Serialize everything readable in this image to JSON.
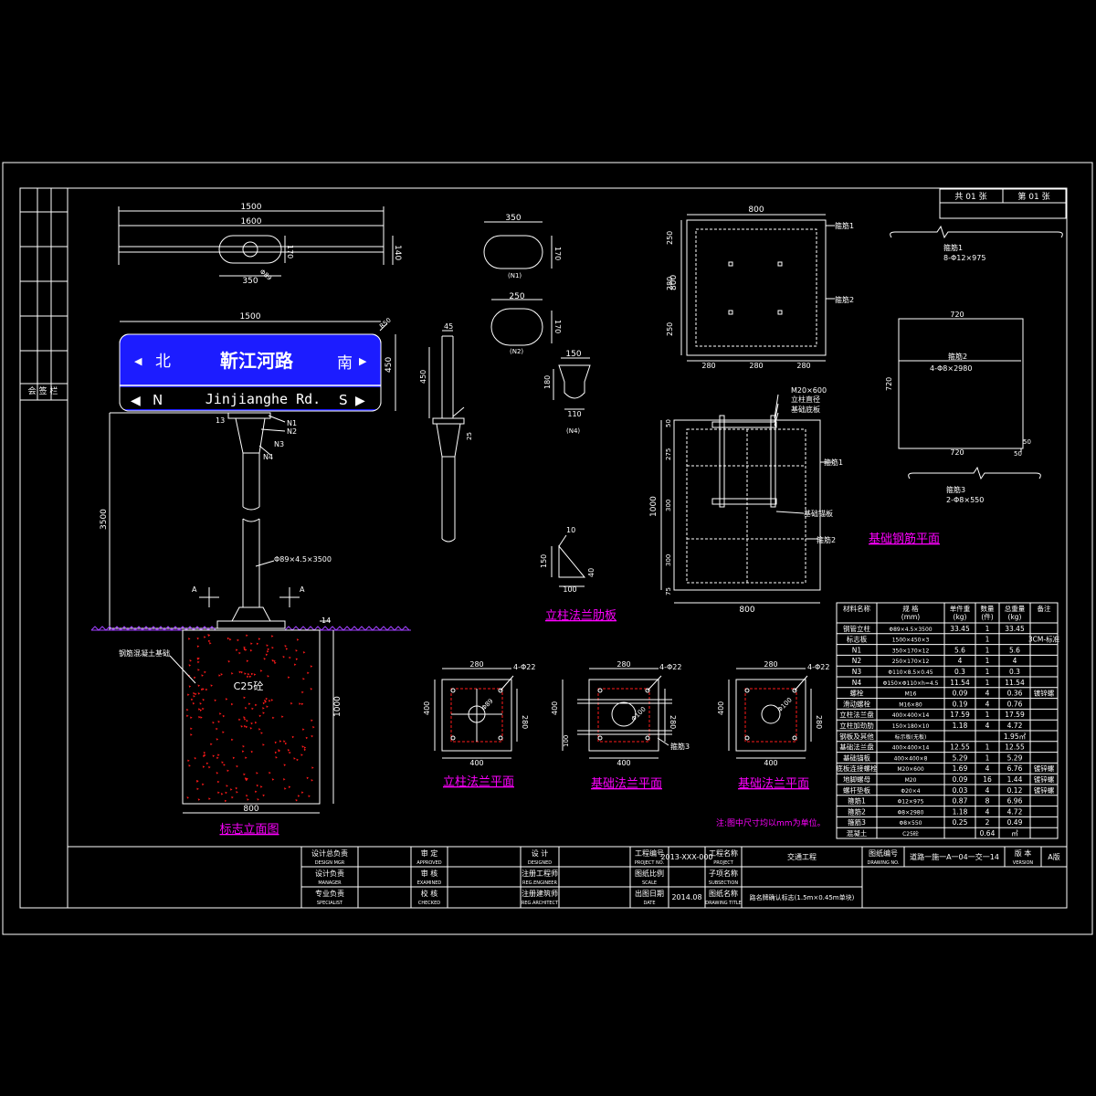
{
  "colors": {
    "background": "#000000",
    "line": "#ffffff",
    "sign_blue": "#1c1cff",
    "magenta": "#ff00ff",
    "concrete_red": "#ff1a1a"
  },
  "sign": {
    "north_cn": "北",
    "road_cn": "靳江河路",
    "south_cn": "南",
    "north_en": "N",
    "road_en": "Jinjianghe Rd.",
    "south_en": "S",
    "arrow_left": "◀",
    "arrow_right": "▶"
  },
  "titles": {
    "elevation": "标志立面图",
    "stiffener": "立柱法兰肋板",
    "rebar_plan": "基础钢筋平面",
    "column_flange": "立柱法兰平面",
    "base_flange_1": "基础法兰平面",
    "base_flange_2": "基础法兰平面"
  },
  "dims": {
    "d1500": "1500",
    "d1600": "1600",
    "d350": "350",
    "d140": "140",
    "d170": "170",
    "d250": "250",
    "d150": "150",
    "d180": "180",
    "d110": "110",
    "d450": "450",
    "d45": "45",
    "d3500": "3500",
    "d1000": "1000",
    "d800": "800",
    "d280": "280",
    "d400": "400",
    "d720": "720",
    "d10": "10",
    "d100": "100",
    "d40": "40",
    "d50": "50",
    "d300": "300",
    "d275": "275",
    "d75": "75",
    "d14": "14",
    "d13": "13",
    "d25": "25",
    "pipe": "Φ89×4.5×3500",
    "r50": "R50",
    "phi89": "Φ89",
    "phi100": "Φ100",
    "bolt_holes": "4-Φ22",
    "m20": "M20×600",
    "concrete": "C25砼",
    "concrete_label": "钢筋混凝土基础",
    "sec_a": "A",
    "n1": "N1",
    "n2": "N2",
    "n3": "N3",
    "n4": "N4",
    "sub1": "(N1)",
    "sub2": "(N2)",
    "sub3": "(N4)"
  },
  "rebar": {
    "bar1": "箍筋1",
    "bar2": "箍筋2",
    "bar3": "箍筋3",
    "bar1_spec": "8-Φ12×975",
    "bar2_spec": "4-Φ8×2980",
    "bar3_spec": "2-Φ8×550",
    "col_stiffener": "立柱直径",
    "base_flange": "基础底板",
    "anchor": "基础锚板"
  },
  "sheet_info": {
    "total": "共 01 张",
    "page": "第 01 张",
    "left_label": "会 签 栏"
  },
  "materials_header": [
    "材料名称",
    "规  格\n(mm)",
    "单件重\n(kg)",
    "数量\n(件)",
    "总重量\n(kg)",
    "备注"
  ],
  "materials_rows": [
    [
      "钢管立柱",
      "Φ89×4.5×3500",
      "33.45",
      "1",
      "33.45",
      ""
    ],
    [
      "标志板",
      "1500×450×3",
      "",
      "1",
      "",
      "3CM-标准"
    ],
    [
      "N1",
      "350×170×12",
      "5.6",
      "1",
      "5.6",
      ""
    ],
    [
      "N2",
      "250×170×12",
      "4",
      "1",
      "4",
      ""
    ],
    [
      "N3",
      "Φ110×8.5×0.45",
      "0.3",
      "1",
      "0.3",
      ""
    ],
    [
      "N4",
      "Φ150×Φ110×h=4.5",
      "11.54",
      "1",
      "11.54",
      ""
    ],
    [
      "螺栓",
      "M16",
      "0.09",
      "4",
      "0.36",
      "镀锌螺"
    ],
    [
      "滑动螺栓",
      "M16×80",
      "0.19",
      "4",
      "0.76",
      ""
    ],
    [
      "立柱法兰盘",
      "400×400×14",
      "17.59",
      "1",
      "17.59",
      ""
    ],
    [
      "立柱加劲肋",
      "150×180×10",
      "1.18",
      "4",
      "4.72",
      ""
    ],
    [
      "钢板及其他",
      "标示板(无板)",
      "",
      "",
      "1.95㎡",
      ""
    ],
    [
      "基础法兰盘",
      "400×400×14",
      "12.55",
      "1",
      "12.55",
      ""
    ],
    [
      "基础锚板",
      "400×400×8",
      "5.29",
      "1",
      "5.29",
      ""
    ],
    [
      "底板连接螺栓",
      "M20×600",
      "1.69",
      "4",
      "6.76",
      "镀锌螺"
    ],
    [
      "地脚螺母",
      "M20",
      "0.09",
      "16",
      "1.44",
      "镀锌螺"
    ],
    [
      "螺杆垫板",
      "Φ20×4",
      "0.03",
      "4",
      "0.12",
      "镀锌螺"
    ],
    [
      "箍筋1",
      "Φ12×975",
      "0.87",
      "8",
      "6.96",
      ""
    ],
    [
      "箍筋2",
      "Φ8×2980",
      "1.18",
      "4",
      "4.72",
      ""
    ],
    [
      "箍筋3",
      "Φ8×550",
      "0.25",
      "2",
      "0.49",
      ""
    ],
    [
      "混凝土",
      "C25砼",
      "",
      "0.64",
      "㎥",
      ""
    ]
  ],
  "note": "注:图中尺寸均以mm为单位。",
  "title_block": {
    "r1": [
      "设计总负责",
      "审  定",
      "设  计",
      "工程编号",
      "2013-XXX-000",
      "工程名称",
      "交通工程",
      "图纸编号",
      "道路一施一A一04一交一14",
      "版 本",
      "A版"
    ],
    "r2": [
      "设计负责",
      "审  核",
      "注册工程师",
      "图纸比例",
      "",
      "子项名称",
      "",
      "",
      "",
      "",
      ""
    ],
    "r3": [
      "专业负责",
      "校  核",
      "注册建筑师",
      "出图日期",
      "2014.08",
      "图纸名称",
      "路名牌确认标志(1.5m×0.45m单块)",
      "",
      "",
      "",
      ""
    ],
    "r1_en": [
      "DESIGN MGR",
      "APPROVED",
      "DESIGNED",
      "PROJECT NO.",
      "",
      "PROJECT",
      "",
      "DRAWING NO.",
      "",
      "VERSION",
      ""
    ],
    "r2_en": [
      "MANAGER",
      "EXAMINED",
      "REG.ENGINEER",
      "SCALE",
      "",
      "SUBSECTION",
      "",
      "",
      "",
      "",
      ""
    ],
    "r3_en": [
      "SPECIALIST",
      "CHECKED",
      "REG.ARCHITECT",
      "DATE",
      "",
      "DRAWING TITLE",
      "",
      "",
      "",
      "",
      ""
    ]
  }
}
